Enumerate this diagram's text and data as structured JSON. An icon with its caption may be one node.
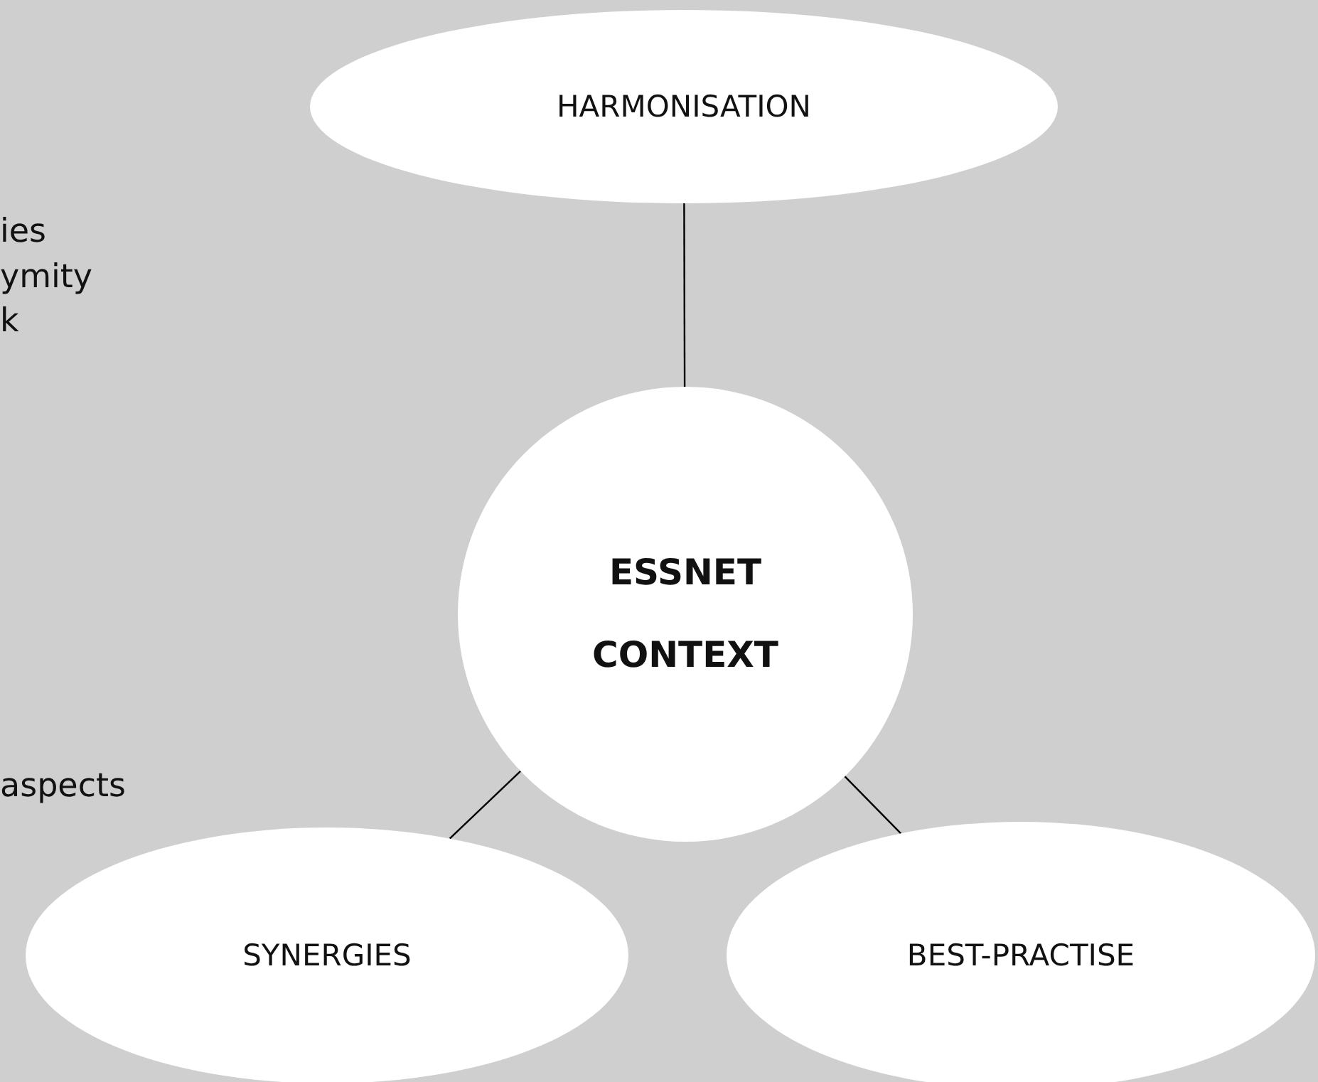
{
  "diagram": {
    "nodes": [
      {
        "text": [
          "HARMONISATION"
        ]
      },
      {
        "text": [
          "ESSNET CONTEXT"
        ]
      },
      {
        "text": [
          "SYNERGIES"
        ]
      },
      {
        "text": [
          "BEST-PRACTISE"
        ]
      }
    ],
    "edges": [
      {
        "from": 0,
        "to": 1,
        "arrow": "none"
      },
      {
        "from": 1,
        "to": 2,
        "arrow": "none"
      },
      {
        "from": 1,
        "to": 3,
        "arrow": "none"
      }
    ],
    "labels": [
      "ies",
      "ymity",
      "k",
      "aspects"
    ]
  }
}
